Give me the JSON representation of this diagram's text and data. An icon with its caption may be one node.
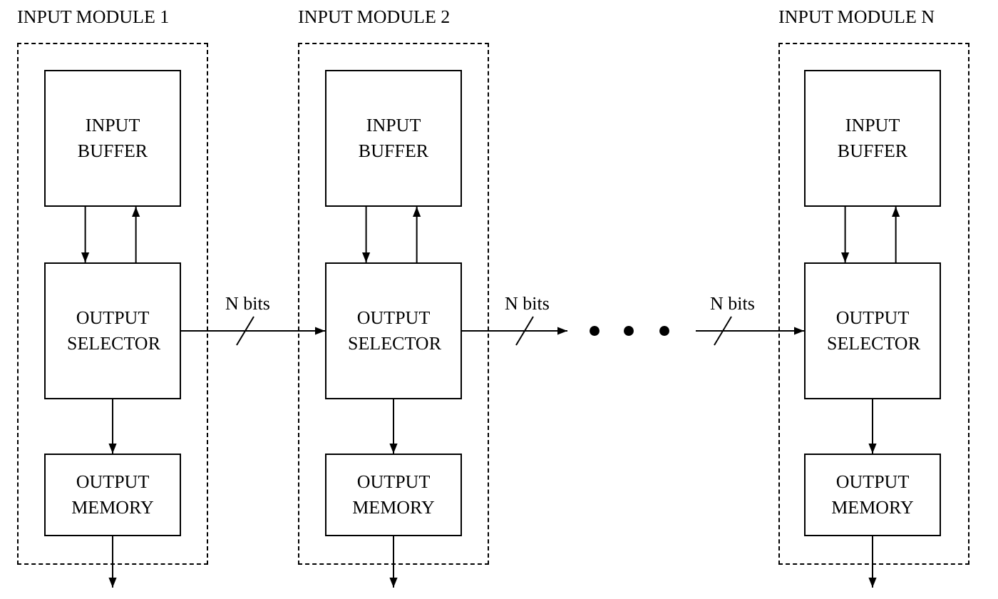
{
  "diagram": {
    "nodes": [
      {
        "text": [
          "INPUT MODULE 1"
        ]
      },
      {
        "text": [
          "INPUT BUFFER"
        ],
        "in": 0
      },
      {
        "text": [
          "OUTPUT SELECTOR"
        ],
        "in": 0
      },
      {
        "text": [
          "OUTPUT MEMORY"
        ],
        "in": 0
      },
      {
        "text": [
          "INPUT MODULE 2"
        ]
      },
      {
        "text": [
          "INPUT BUFFER"
        ],
        "in": 4
      },
      {
        "text": [
          "OUTPUT SELECTOR"
        ],
        "in": 4
      },
      {
        "text": [
          "OUTPUT MEMORY"
        ],
        "in": 4
      },
      {
        "text": [
          "INPUT MODULE N"
        ]
      },
      {
        "text": [
          "INPUT BUFFER"
        ],
        "in": 8
      },
      {
        "text": [
          "OUTPUT SELECTOR"
        ],
        "in": 8
      },
      {
        "text": [
          "OUTPUT MEMORY"
        ],
        "in": 8
      }
    ],
    "edges": [
      {
        "from": 1,
        "to": 2,
        "arrow": "to"
      },
      {
        "from": 2,
        "to": 1,
        "arrow": "to"
      },
      {
        "from": 2,
        "to": 3,
        "arrow": "to"
      },
      {
        "from": 3,
        "to": null,
        "arrow": "to"
      },
      {
        "from": 2,
        "to": 6,
        "arrow": "to",
        "label": "N bits"
      },
      {
        "from": 5,
        "to": 6,
        "arrow": "to"
      },
      {
        "from": 6,
        "to": 5,
        "arrow": "to"
      },
      {
        "from": 6,
        "to": 7,
        "arrow": "to"
      },
      {
        "from": 7,
        "to": null,
        "arrow": "to"
      },
      {
        "from": 6,
        "to": null,
        "arrow": "to",
        "label": "N bits"
      },
      {
        "from": null,
        "to": 10,
        "arrow": "to",
        "label": "N bits"
      },
      {
        "from": 9,
        "to": 10,
        "arrow": "to"
      },
      {
        "from": 10,
        "to": 9,
        "arrow": "to"
      },
      {
        "from": 10,
        "to": 11,
        "arrow": "to"
      },
      {
        "from": 11,
        "to": null,
        "arrow": "to"
      }
    ]
  }
}
